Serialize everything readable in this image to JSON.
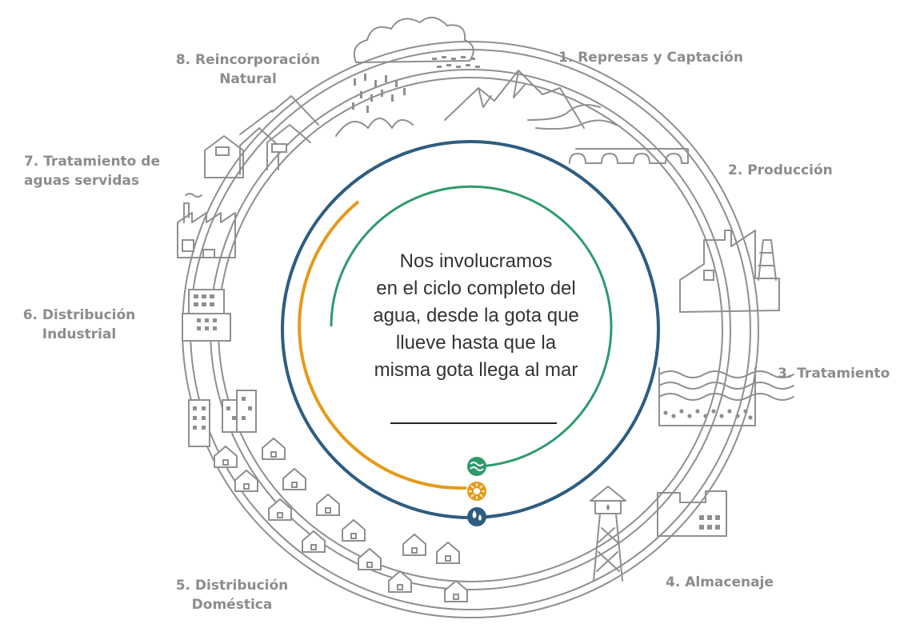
{
  "center_message": "Nos involucramos\nen el ciclo completo del\nagua, desde la  gota que\nllueve hasta que la\nmisma gota llega al mar",
  "stages": [
    {
      "line1": "1. Represas y Captación",
      "line2": ""
    },
    {
      "line1": "2. Producción",
      "line2": ""
    },
    {
      "line1": "3. Tratamiento",
      "line2": ""
    },
    {
      "line1": "4. Almacenaje",
      "line2": ""
    },
    {
      "line1": "5. Distribución",
      "line2": "Doméstica"
    },
    {
      "line1": "6. Distribución",
      "line2": "Industrial"
    },
    {
      "line1": "7. Tratamiento de",
      "line2": "aguas servidas"
    },
    {
      "line1": "8. Reincorporación",
      "line2": "Natural"
    }
  ],
  "colors": {
    "label_gray": "#8c8c8c",
    "ring_blue": "#2e5d80",
    "ring_green": "#2f9a6c",
    "ring_orange": "#e59a1a",
    "illustration_gray": "#8f8f8f"
  },
  "icons": [
    "water-waves-icon",
    "sun-icon",
    "water-drops-icon"
  ]
}
